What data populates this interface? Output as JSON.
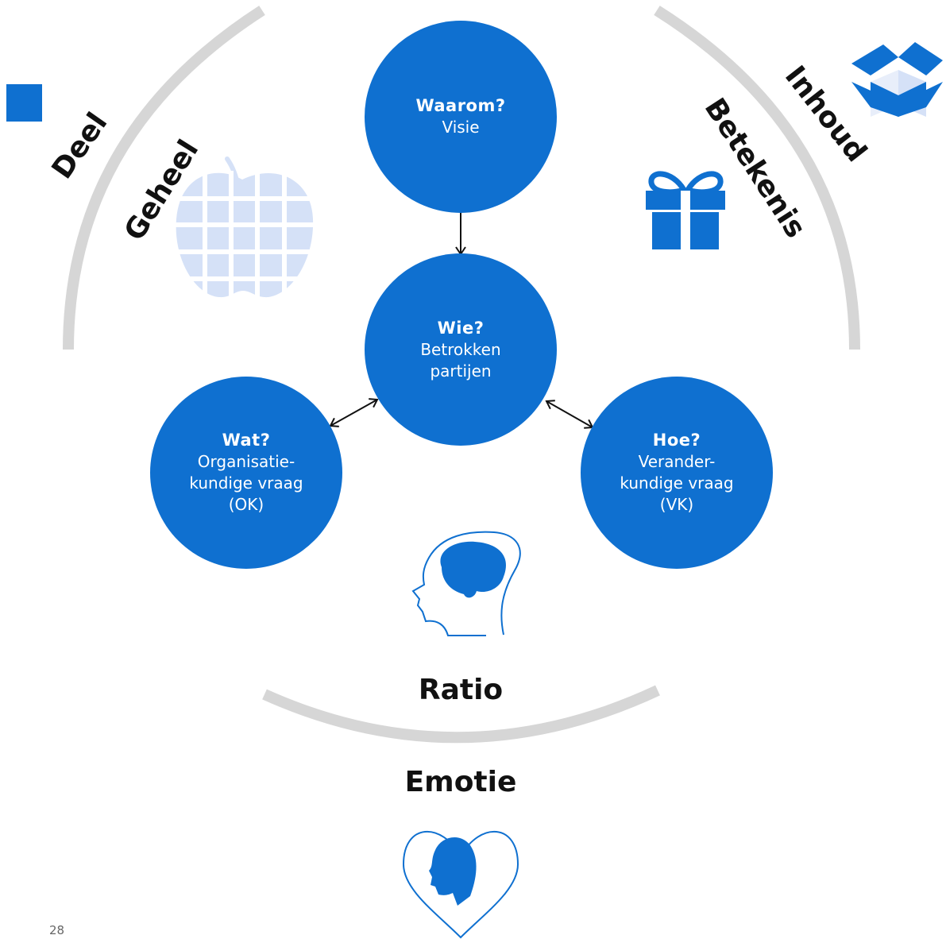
{
  "nodes": {
    "waarom": {
      "question": "Waarom?",
      "description": "Visie"
    },
    "wie": {
      "question": "Wie?",
      "description": "Betrokken\npartijen"
    },
    "wat": {
      "question": "Wat?",
      "description": "Organisatie-\nkundige vraag\n(OK)"
    },
    "hoe": {
      "question": "Hoe?",
      "description": "Verander-\nkundige vraag\n(VK)"
    }
  },
  "labels": {
    "deel": "Deel",
    "geheel": "Geheel",
    "inhoud": "Inhoud",
    "betekenis": "Betekenis",
    "ratio": "Ratio",
    "emotie": "Emotie"
  },
  "page_number": "28",
  "colors": {
    "primary": "#0f70d0",
    "light": "#d5e1f7",
    "arc": "#d6d6d6",
    "text": "#111111"
  },
  "icons": [
    "apple-grid-icon",
    "gift-icon",
    "open-box-icon",
    "head-brain-icon",
    "heart-head-icon",
    "blue-square-marker"
  ]
}
